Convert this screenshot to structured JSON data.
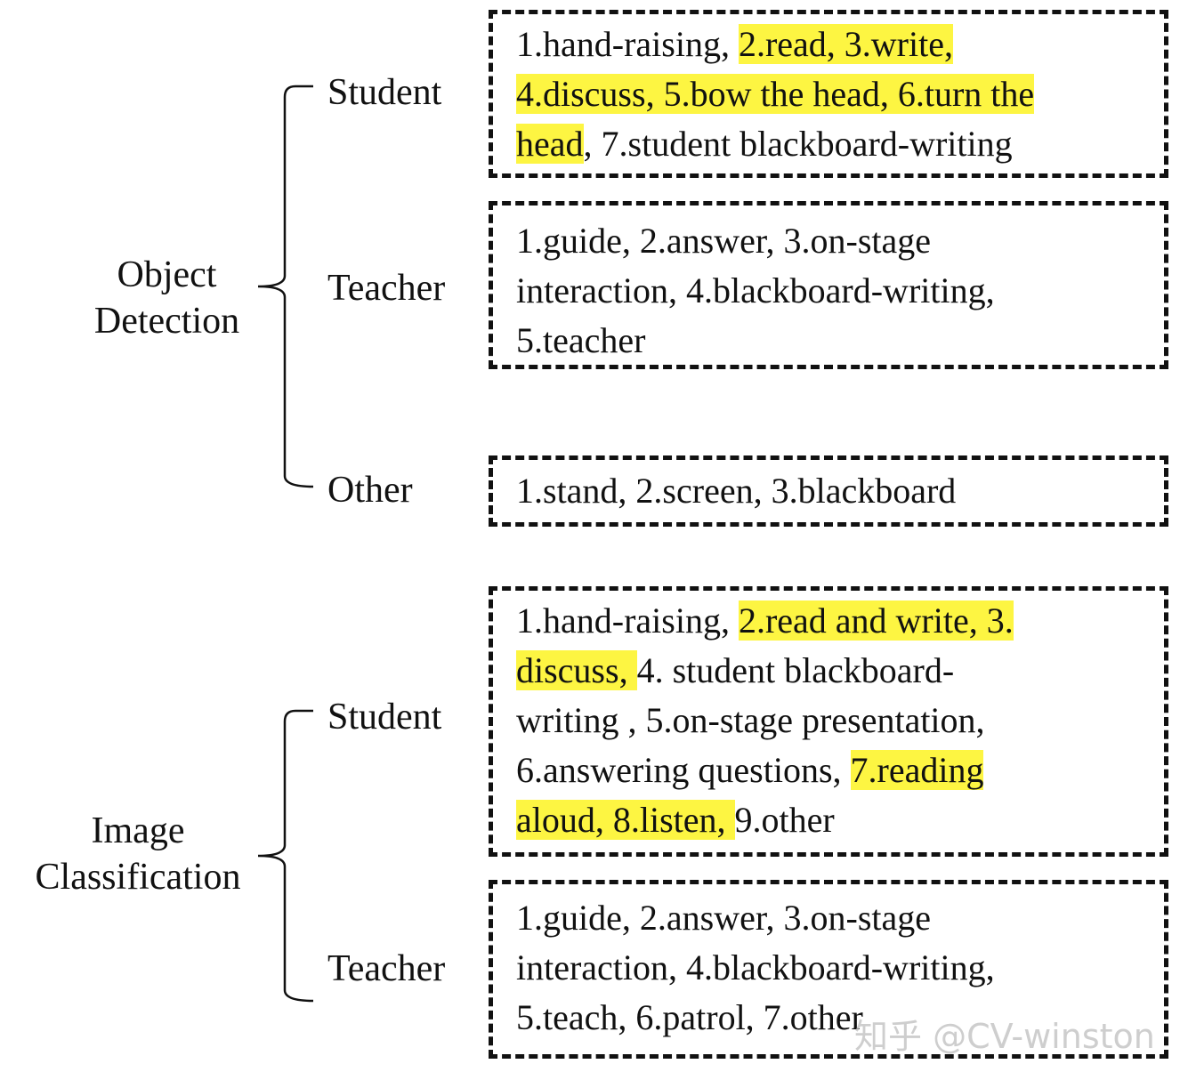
{
  "groups": [
    {
      "title": [
        "Object",
        "Detection"
      ],
      "categories": [
        {
          "label": "Student",
          "lines": [
            [
              {
                "t": "1.hand-raising, ",
                "h": false
              },
              {
                "t": "2.read, 3.write, ",
                "h": true
              }
            ],
            [
              {
                "t": "4.discuss, 5.bow the head, 6.turn the ",
                "h": true
              }
            ],
            [
              {
                "t": "head",
                "h": true
              },
              {
                "t": ", 7.student blackboard-writing",
                "h": false
              }
            ]
          ]
        },
        {
          "label": "Teacher",
          "lines": [
            [
              {
                "t": "1.guide, 2.answer, 3.on-stage",
                "h": false
              }
            ],
            [
              {
                "t": "interaction, 4.blackboard-writing,",
                "h": false
              }
            ],
            [
              {
                "t": "5.teacher",
                "h": false
              }
            ]
          ]
        },
        {
          "label": "Other",
          "lines": [
            [
              {
                "t": "1.stand, 2.screen, 3.blackboard",
                "h": false
              }
            ]
          ]
        }
      ]
    },
    {
      "title": [
        "Image",
        "Classification"
      ],
      "categories": [
        {
          "label": "Student",
          "lines": [
            [
              {
                "t": "1.hand-raising, ",
                "h": false
              },
              {
                "t": "2.read and write, 3. ",
                "h": true
              }
            ],
            [
              {
                "t": "discuss, ",
                "h": true
              },
              {
                "t": "4. student blackboard-",
                "h": false
              }
            ],
            [
              {
                "t": "writing , 5.on-stage presentation,",
                "h": false
              }
            ],
            [
              {
                "t": "6.answering questions, ",
                "h": false
              },
              {
                "t": "7.reading ",
                "h": true
              }
            ],
            [
              {
                "t": "aloud, 8.listen, ",
                "h": true
              },
              {
                "t": "9.other",
                "h": false
              }
            ]
          ]
        },
        {
          "label": "Teacher",
          "lines": [
            [
              {
                "t": "1.guide, 2.answer, 3.on-stage",
                "h": false
              }
            ],
            [
              {
                "t": "interaction, 4.blackboard-writing,",
                "h": false
              }
            ],
            [
              {
                "t": "5.teach, 6.patrol, 7.other",
                "h": false
              }
            ]
          ]
        }
      ]
    }
  ],
  "watermark": "知乎 @CV-winston",
  "colors": {
    "highlight": "#fdf542",
    "ink": "#111111"
  }
}
